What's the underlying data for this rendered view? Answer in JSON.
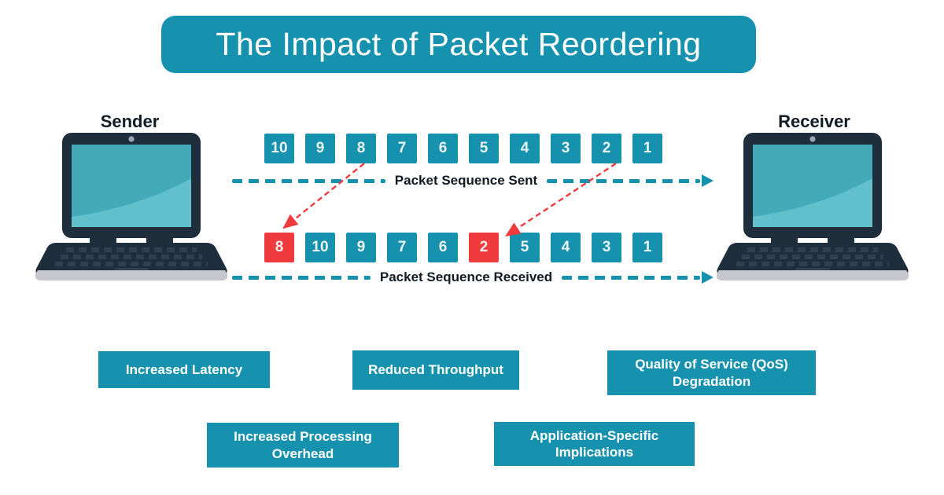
{
  "title": "The Impact of Packet Reordering",
  "colors": {
    "teal": "#1792ae",
    "red": "#ef3b3e",
    "dark": "#111b24",
    "navy": "#1f2e3d",
    "key": "#2d4152",
    "screen": "#43aaba",
    "screen-light": "#61c0cb",
    "gray": "#c4c8cd"
  },
  "sender": {
    "label": "Sender"
  },
  "receiver": {
    "label": "Receiver"
  },
  "sent_row": {
    "label": "Packet Sequence Sent",
    "packets": [
      {
        "value": "10",
        "reordered": false
      },
      {
        "value": "9",
        "reordered": false
      },
      {
        "value": "8",
        "reordered": false
      },
      {
        "value": "7",
        "reordered": false
      },
      {
        "value": "6",
        "reordered": false
      },
      {
        "value": "5",
        "reordered": false
      },
      {
        "value": "4",
        "reordered": false
      },
      {
        "value": "3",
        "reordered": false
      },
      {
        "value": "2",
        "reordered": false
      },
      {
        "value": "1",
        "reordered": false
      }
    ]
  },
  "received_row": {
    "label": "Packet Sequence Received",
    "packets": [
      {
        "value": "8",
        "reordered": true
      },
      {
        "value": "10",
        "reordered": false
      },
      {
        "value": "9",
        "reordered": false
      },
      {
        "value": "7",
        "reordered": false
      },
      {
        "value": "6",
        "reordered": false
      },
      {
        "value": "2",
        "reordered": true
      },
      {
        "value": "5",
        "reordered": false
      },
      {
        "value": "4",
        "reordered": false
      },
      {
        "value": "3",
        "reordered": false
      },
      {
        "value": "1",
        "reordered": false
      }
    ]
  },
  "impacts": [
    "Increased Latency",
    "Reduced Throughput",
    "Quality of Service (QoS) Degradation",
    "Increased Processing Overhead",
    "Application-Specific Implications"
  ]
}
